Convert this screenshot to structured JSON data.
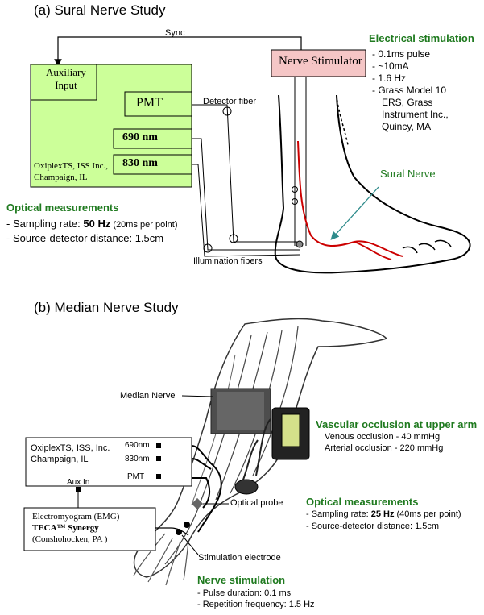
{
  "sural": {
    "title": "(a) Sural Nerve Study",
    "sync_label": "Sync",
    "stimulator_label": "Nerve Stimulator",
    "aux_input_line1": "Auxiliary",
    "aux_input_line2": "Input",
    "pmt_label": "PMT",
    "wl1_label": "690 nm",
    "wl2_label": "830 nm",
    "device_line1": "OxiplexTS, ISS Inc.,",
    "device_line2": "Champaign, IL",
    "detector_fiber_label": "Detector fiber",
    "illumination_fibers_label": "Illumination fibers",
    "nerve_label": "Sural Nerve",
    "elec_title": "Electrical stimulation",
    "elec_items": [
      "- 0.1ms pulse",
      "- ~10mA",
      "- 1.6 Hz",
      "- Grass Model 10",
      "ERS, Grass",
      "Instrument Inc.,",
      "Quincy, MA"
    ],
    "optical_title": "Optical measurements",
    "optical_rate_prefix": "- Sampling rate: ",
    "optical_rate_value": "50 Hz",
    "optical_rate_suffix": " (20ms per point)",
    "optical_distance": "- Source-detector distance: 1.5cm"
  },
  "median": {
    "title": "(b) Median Nerve Study",
    "nerve_label": "Median Nerve",
    "device_line1": "OxiplexTS, ISS, Inc.",
    "device_line2": "Champaign, IL",
    "wl1_label": "690nm",
    "wl2_label": "830nm",
    "pmt_label": "PMT",
    "aux_label": "Aux In",
    "emg_line1": "Electromyogram (EMG)",
    "emg_line2": "TECA™ Synergy",
    "emg_line3": "(Conshohocken, PA )",
    "optical_probe_label": "Optical probe",
    "stim_electrode_label": "Stimulation electrode",
    "vascular_title": "Vascular occlusion at upper arm",
    "venous": "Venous occlusion - 40 mmHg",
    "arterial": "Arterial occlusion - 220 mmHg",
    "optical_title": "Optical measurements",
    "optical_rate_prefix": "- Sampling rate: ",
    "optical_rate_value": "25 Hz",
    "optical_rate_suffix": " (40ms per point)",
    "optical_distance": "- Source-detector distance: 1.5cm",
    "nerve_stim_title": "Nerve stimulation",
    "pulse": "- Pulse duration: 0.1 ms",
    "repetition": "- Repetition frequency: 1.5 Hz"
  },
  "colors": {
    "device_fill": "#ccff99",
    "stimulator_fill": "#f5c6c6",
    "nerve_red": "#cc0000",
    "heading_green": "#1f7a1f",
    "arrow_teal": "#2e8b8b"
  }
}
